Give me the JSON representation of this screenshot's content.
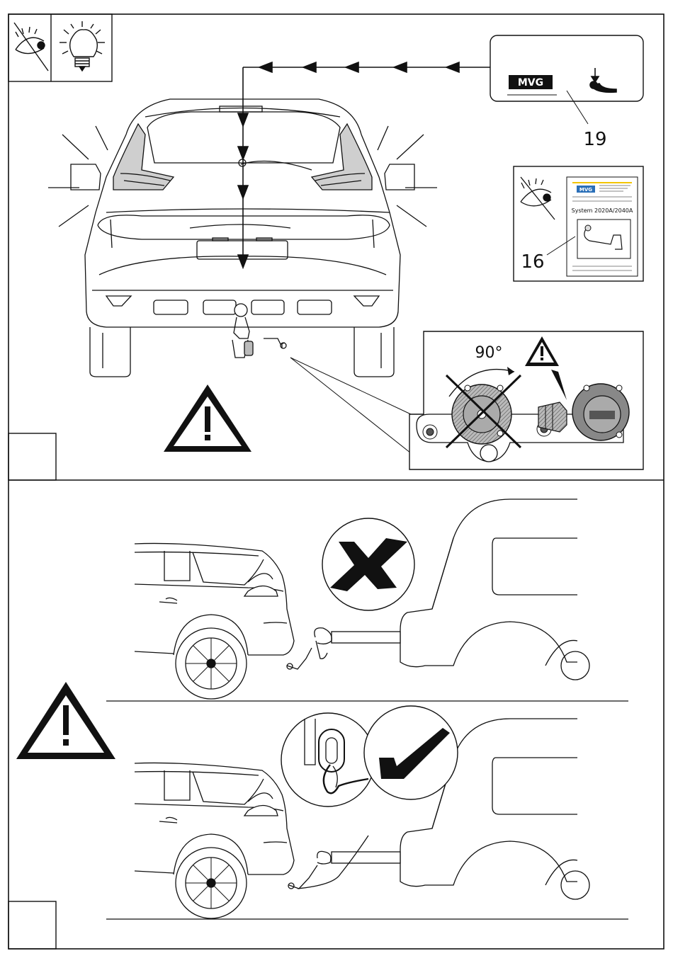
{
  "callouts": {
    "label_19": "19",
    "label_16": "16",
    "angle": "90°"
  },
  "badges": {
    "brand": "MVG",
    "doc_system": "System 2020A/2040A"
  },
  "icons": {
    "eye": "eye-icon",
    "bulb": "light-bulb-icon",
    "warning": "warning-triangle-icon",
    "cross": "cross-mark-icon",
    "check": "check-mark-icon",
    "arrow": "arrow-left-icon"
  },
  "colors": {
    "line": "#111111",
    "fill_grey": "#cfcfcf",
    "dark_grey": "#555555",
    "doc_accent": "#2a6fb8",
    "doc_yellow": "#f2c400"
  }
}
